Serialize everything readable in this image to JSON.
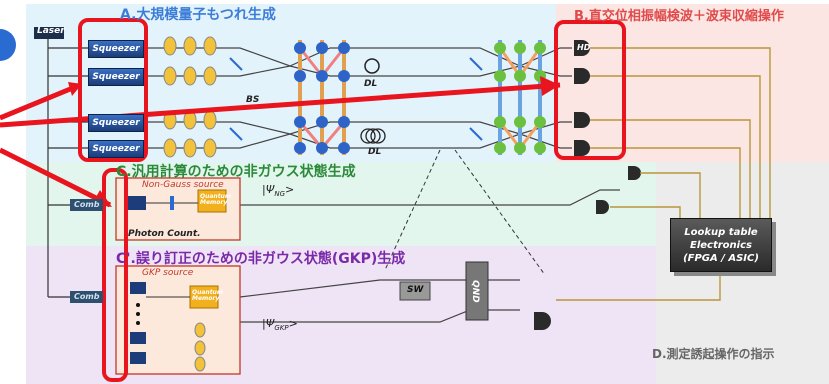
{
  "sections": {
    "a": "A.大規模量子もつれ生成",
    "b": "B.直交位相振幅検波＋波束収縮操作",
    "c": "C.汎用計算のための非ガウス状態生成",
    "c2": "C'.誤り訂正のための非ガウス状態(GKP)生成",
    "d": "D.測定誘起操作の指示"
  },
  "laser": "Laser",
  "squeezers": [
    "Squeezer",
    "Squeezer",
    "Squeezer",
    "Squeezer"
  ],
  "bs": "BS",
  "dl": [
    "DL",
    "DL"
  ],
  "hd": "HD",
  "comb": [
    "Comb",
    "Comb"
  ],
  "ng_source": "Non-Gauss source",
  "gkp_source": "GKP source",
  "quantum_memory": "Quantum Memory",
  "photon_count": "Photon Count.",
  "psi_ng": "|Ψ",
  "psi_ng_sub": "NG",
  "psi_gkp": "|Ψ",
  "psi_gkp_sub": "GKP",
  "ket_close": ">",
  "sw": "SW",
  "qnd": "QND",
  "lut": [
    "Lookup table",
    "Electronics",
    "(FPGA / ASIC)"
  ],
  "colors": {
    "zone_a": "#e3f3fb",
    "zone_b": "#fbe6e4",
    "zone_c": "#e3f6ee",
    "zone_c2": "#efe3f6",
    "zone_d": "#ececec",
    "highlight": "#e8151f",
    "gold": "#b8963a"
  }
}
